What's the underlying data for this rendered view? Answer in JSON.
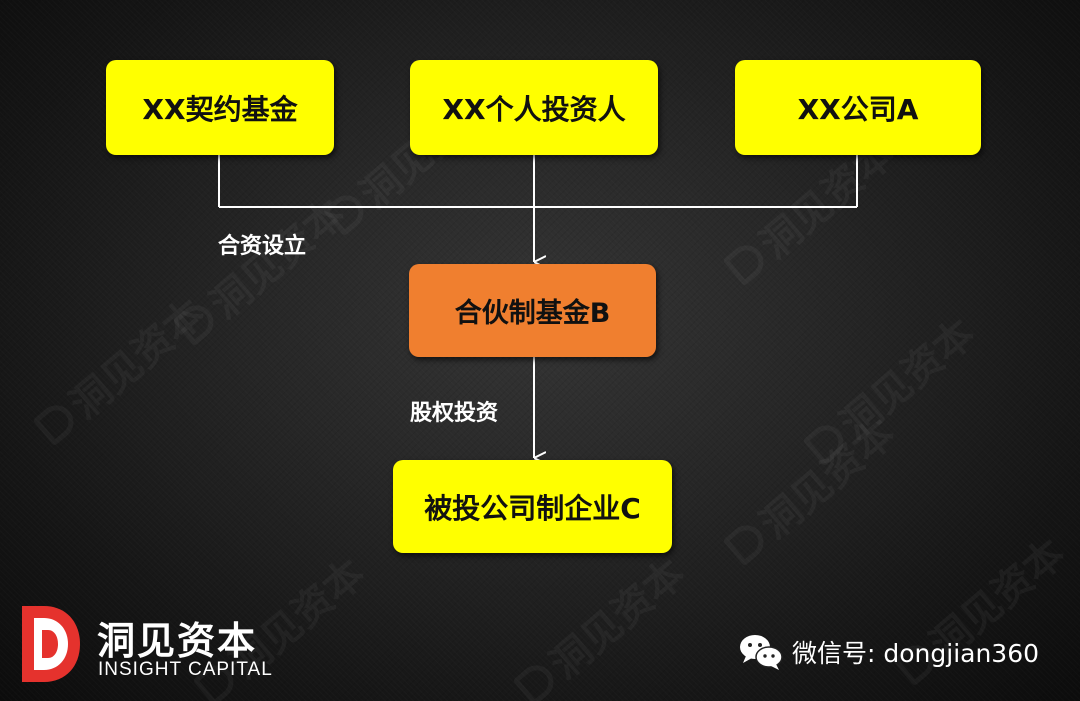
{
  "diagram": {
    "nodes": {
      "contract_fund": "XX契约基金",
      "individual_investor": "XX个人投资人",
      "company_a": "XX公司A",
      "partnership_fund": "合伙制基金B",
      "investee_company": "被投公司制企业C"
    },
    "edge_labels": {
      "joint_establishment": "合资设立",
      "equity_investment": "股权投资"
    }
  },
  "branding": {
    "logo_cn": "洞见资本",
    "logo_en": "INSIGHT CAPITAL",
    "wechat_text": "微信号: dongjian360",
    "watermark_text": "洞见资本"
  },
  "colors": {
    "background": "#1e1e1e",
    "top_node_fill": "#ffff00",
    "middle_node_fill": "#f07f2f",
    "connector": "#ffffff",
    "logo_red": "#e5322d",
    "logo_white": "#ffffff"
  },
  "icons": [
    "wechat-icon",
    "insight-capital-logo"
  ]
}
